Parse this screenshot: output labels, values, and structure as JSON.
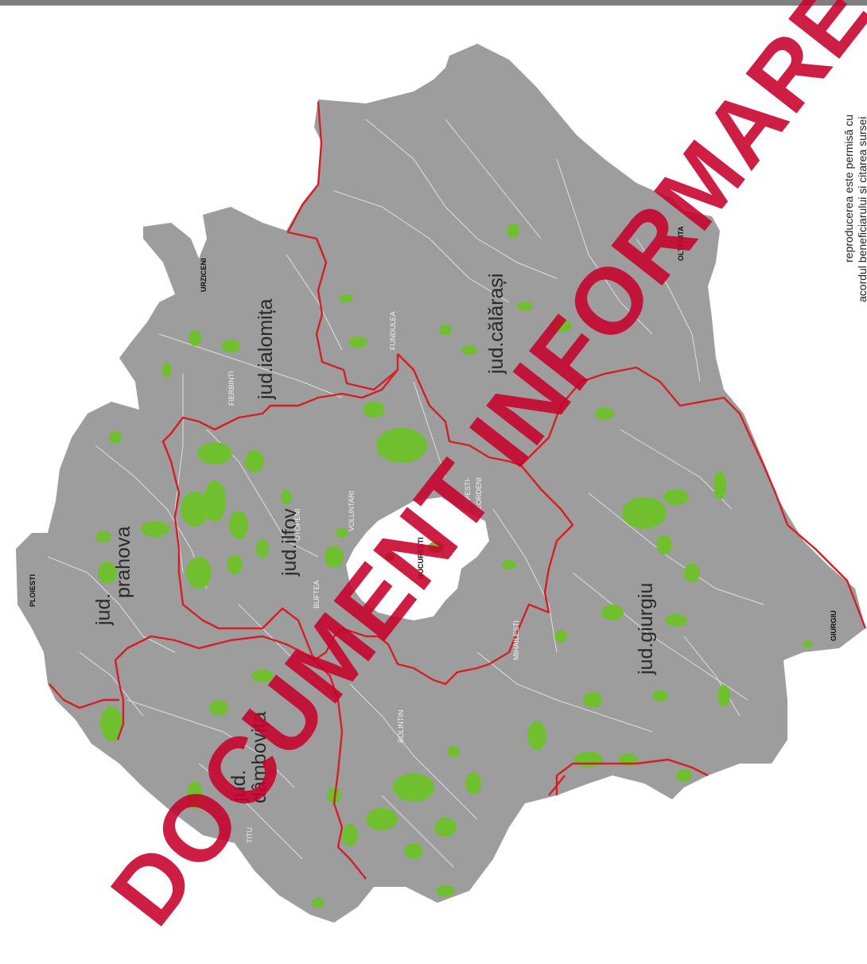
{
  "copyright_note": {
    "line1": "reproducerea este permisă cu",
    "line2": "acordul beneficiarului și citarea sursei"
  },
  "watermark": "DOCUMENT INFORMARE PUBLICĂ",
  "counties": {
    "ialomita": "jud.ialomița",
    "calarasi": "jud.călărași",
    "ilfov": "jud.ilfov",
    "prahova_1": "jud.",
    "prahova_2": "prahova",
    "giurgiu": "jud.giurgiu",
    "dambovita_1": "jud.",
    "dambovita_2": "dâmbovița"
  },
  "towns": {
    "urziceni": "URZICENI",
    "oltenita": "OLTENITA",
    "ploiesti": "PLOIESTI",
    "bucuresti": "BUCUREȘTI",
    "giurgiu": "GIURGIU",
    "fierbinti": "FIERBINTI",
    "fundulea": "FUNDULEA",
    "otopeni": "OTOPENI",
    "voluntari": "VOLUNTARI",
    "popesti_1": "POPESTI-",
    "popesti_2": "LEORDENI",
    "buftea": "BUFTEA",
    "mihailesti": "MIHAILESTI",
    "bolintin": "BOLINTIN",
    "titu": "TITU"
  },
  "colors": {
    "land": "#9d9d9e",
    "forest": "#6fbf2e",
    "county_border": "#d51f26",
    "commune_border": "#e6e6e6",
    "city": "#ffffff",
    "watermark": "#c8002b"
  }
}
